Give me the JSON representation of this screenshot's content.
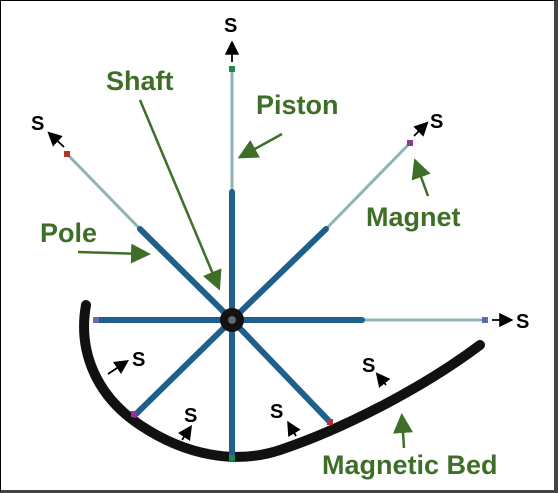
{
  "labels": {
    "shaft": "Shaft",
    "piston": "Piston",
    "pole": "Pole",
    "magnet": "Magnet",
    "magnetic_bed": "Magnetic Bed"
  },
  "pole_letter": "S",
  "colors": {
    "label_green": "#3f6e28",
    "piston_blue": "#1f5f8b",
    "shaft_teal": "#8fb3b7",
    "magnet_green": "#1d8a4a",
    "magnet_red": "#b2342c",
    "magnet_purple": "#8b3a9b",
    "magnet_blue": "#5a6ab0",
    "bed_black": "#111111"
  }
}
